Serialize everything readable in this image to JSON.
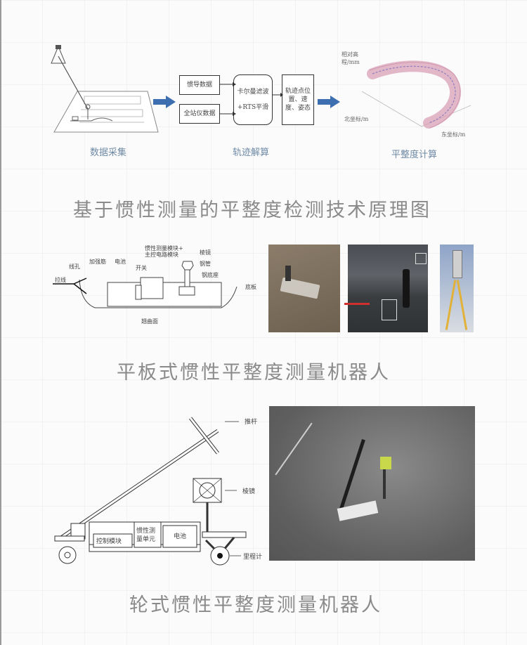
{
  "section1": {
    "title": "基于惯性测量的平整度检测技术原理图",
    "panels": {
      "collection": {
        "caption": "数据采集"
      },
      "trajectory": {
        "caption": "轨迹解算",
        "inputs": [
          "惯导数据",
          "全站仪数据"
        ],
        "filter_line1": "卡尔曼滤波",
        "filter_line2": "+RTS平滑",
        "output": "轨迹点位置、速度、姿态"
      },
      "flatness": {
        "caption": "平整度计算",
        "z_axis": "相对高程/mm",
        "y_axis": "北坐标/m",
        "x_axis": "东坐标/m"
      }
    },
    "arrow_color": "#3d6fb0"
  },
  "section2": {
    "title": "平板式惯性平整度测量机器人",
    "diagram_labels": {
      "pull_line": "拉线",
      "line_hole": "线孔",
      "reinforce": "加强筋",
      "battery": "电池",
      "switch": "开关",
      "imu_module": "惯性测量模块+",
      "main_ctrl": "主控电路模块",
      "prism": "棱镜",
      "steel_tube": "钢管",
      "steel_base": "钢底座",
      "bottom_plate": "底板",
      "curved_surface": "翘曲面"
    },
    "photo_colors": {
      "floor": "#7f715f",
      "hall": "#3e4245",
      "tripod": "#e1b13a",
      "marker": "#d03030"
    }
  },
  "section3": {
    "title": "轮式惯性平整度测量机器人",
    "diagram_labels": {
      "push_rod": "推杆",
      "prism": "棱镜",
      "control": "控制模块",
      "imu_unit_l1": "惯性测",
      "imu_unit_l2": "量单元",
      "battery": "电池",
      "odometer": "里程计"
    },
    "photo_colors": {
      "floor": "#6f6f6f",
      "prism": "#c8d84a"
    }
  }
}
